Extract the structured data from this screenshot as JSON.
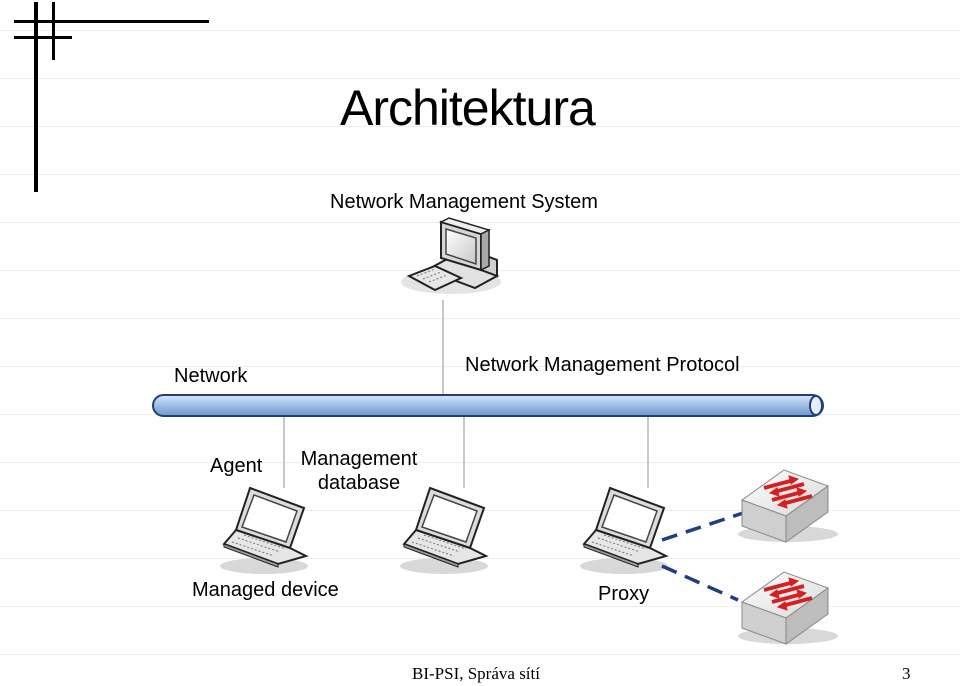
{
  "slide": {
    "title": "Architektura",
    "labels": {
      "nms": "Network Management System",
      "network": "Network",
      "protocol": "Network Management Protocol",
      "agent": "Agent",
      "mib_line1": "Management",
      "mib_line2": "database",
      "managed_device": "Managed device",
      "proxy": "Proxy"
    },
    "footer": {
      "course": "BI-PSI, Správa sítí",
      "page_number": "3"
    }
  },
  "colors": {
    "bus_fill": "#a9c6e8",
    "bus_stroke": "#1f3f7a",
    "dash_link": "#1f3f80",
    "switch_arrow": "#d42020"
  },
  "icons": [
    "computer-icon",
    "laptop-icon",
    "switch-icon"
  ]
}
